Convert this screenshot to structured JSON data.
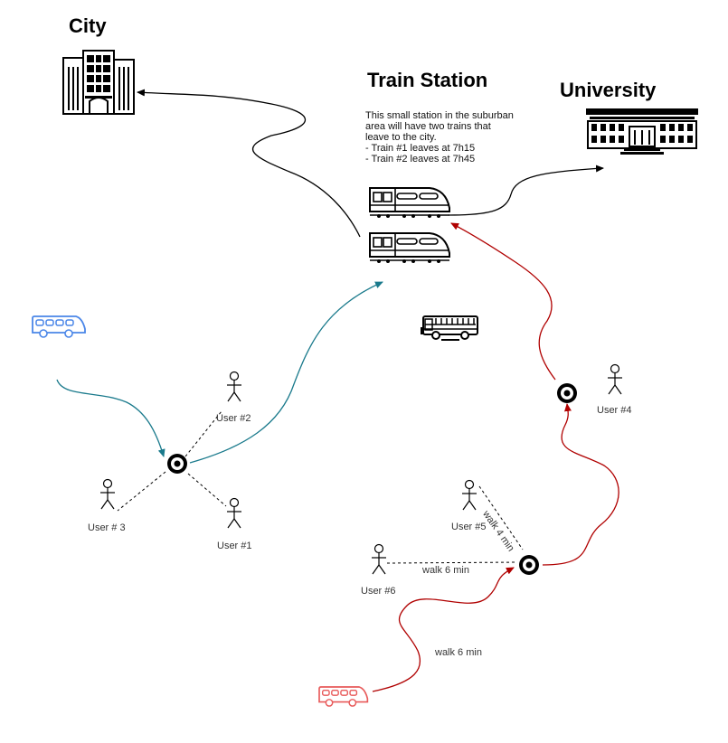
{
  "places": {
    "city": "City",
    "station": "Train Station",
    "university": "University"
  },
  "station_note": {
    "line1": "This small station in the suburban",
    "line2": "area will have two trains that",
    "line3": "leave to the city.",
    "line4": "- Train #1 leaves at 7h15",
    "line5": "- Train #2 leaves at 7h45"
  },
  "users": {
    "u1": "User #1",
    "u2": "User #2",
    "u3": "User # 3",
    "u4": "User #4",
    "u5": "User #5",
    "u6": "User #6"
  },
  "walks": {
    "walk_a": "walk 4 min",
    "walk_b": "walk 6 min",
    "walk_c": "walk 6 min"
  },
  "icons": {
    "city": "city-building-icon",
    "university": "university-building-icon",
    "train": "train-icon",
    "bus": "bus-icon",
    "school_bus": "school-bus-icon",
    "stop": "bus-stop-target-icon",
    "person": "person-icon"
  },
  "colors": {
    "teal_route": "#1a7a8c",
    "red_route": "#b00000",
    "blue_bus": "#4a86e8",
    "red_bus": "#e85a5a",
    "black": "#000000"
  }
}
